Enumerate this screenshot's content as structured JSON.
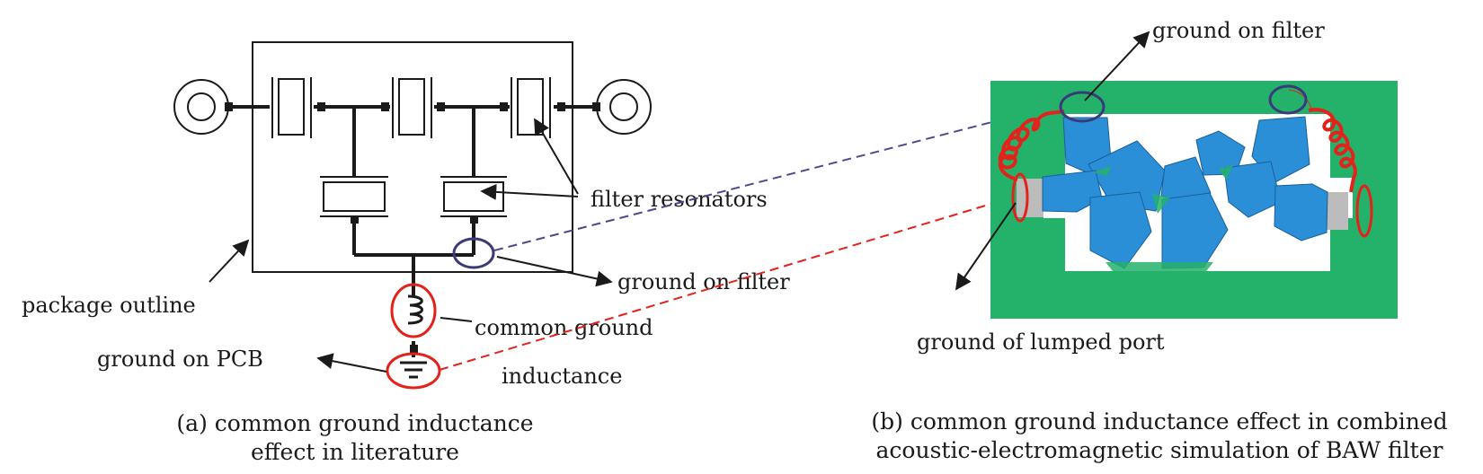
{
  "left_panel": {
    "labels": {
      "filter_resonators": "filter resonators",
      "ground_on_filter": "ground on filter",
      "package_outline": "package outline",
      "common_ground_line1": "common ground",
      "common_ground_line2": "inductance",
      "ground_on_pcb": "ground on PCB"
    },
    "caption_line1": "(a) common ground inductance",
    "caption_line2": "effect in literature"
  },
  "right_panel": {
    "labels": {
      "ground_on_filter": "ground on filter",
      "ground_of_lumped_port": "ground of lumped port"
    },
    "caption_line1": "(b) common ground inductance effect in combined",
    "caption_line2": "acoustic-electromagnetic simulation of BAW filter"
  },
  "colors": {
    "package_fill": "#24b26a",
    "resonator_fill": "#2a8fd6",
    "inductor_red": "#e3231b",
    "ground_circle_blue": "#3a3a7a",
    "dashed_blue": "#4a4a8a",
    "dashed_red": "#e3231b"
  }
}
